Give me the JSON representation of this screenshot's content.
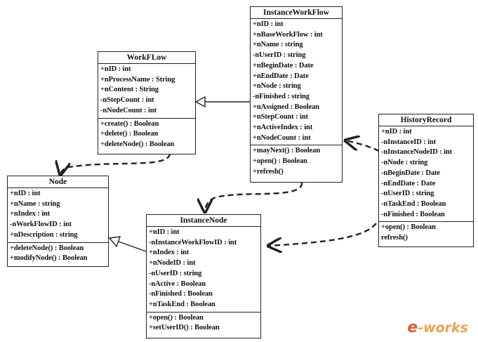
{
  "classes": {
    "instance_workflow": {
      "name": "InstanceWorkFlow",
      "attributes": [
        "+nID : int",
        "+nBaseWorkFlow : int",
        "+nName : string",
        "-nUserID : string",
        "+nBeginDate : Date",
        "+nEndDate : Date",
        "+nNode : string",
        "-nFinished : string",
        "+nAssigned : Boolean",
        "+nStepCount : int",
        "+nActiveIndex : int",
        "+nNodeCount : int"
      ],
      "methods": [
        "+mayNext() : Boolean",
        "+open() : Boolean",
        "+refresh()"
      ]
    },
    "workflow": {
      "name": "WorkFLow",
      "attributes": [
        "+nID : int",
        "+nProcessName : String",
        "+nContent : String",
        "-nStepCount : int",
        "-nNodeCount : int"
      ],
      "methods": [
        "+create() : Boolean",
        "+delete() : Boolean",
        "+deleteNode() : Boolean"
      ]
    },
    "history_record": {
      "name": "HistoryRecord",
      "attributes": [
        "+nID : int",
        "-nInstanceID : int",
        "-nInstanceNodeID : int",
        "-nNode : string",
        "-nBeginDate : Date",
        "-nEndDate : Date",
        "-nUserID : string",
        "-nTaskEnd : Boolean",
        "-nFinished : Boolean"
      ],
      "methods": [
        "+open() : Boolean",
        "refresh()"
      ]
    },
    "node": {
      "name": "Node",
      "attributes": [
        "+nID : int",
        "+nName : string",
        "+nIndex : int",
        "-nWorkFlowID : int",
        "+nDescription : string"
      ],
      "methods": [
        "+deleteNode() : Boolean",
        "+modifyNode() : Boolean"
      ]
    },
    "instance_node": {
      "name": "InstanceNode",
      "attributes": [
        "+nID : int",
        "-nInstanceWorkFlowID : int",
        "+nIndex : int",
        "+nNodeID : int",
        "-nUserID : string",
        "-nActive : Boolean",
        "-nFinished : Boolean",
        "+nTaskEnd : Boolean"
      ],
      "methods": [
        "+open() : Boolean",
        "+setUserID() : Boolean"
      ]
    }
  },
  "watermark": {
    "prefix": "e",
    "suffix": "-works"
  },
  "colors": {
    "line": "#222222",
    "watermark": "#e69a3a",
    "watermark_accent": "#d24a1c"
  }
}
